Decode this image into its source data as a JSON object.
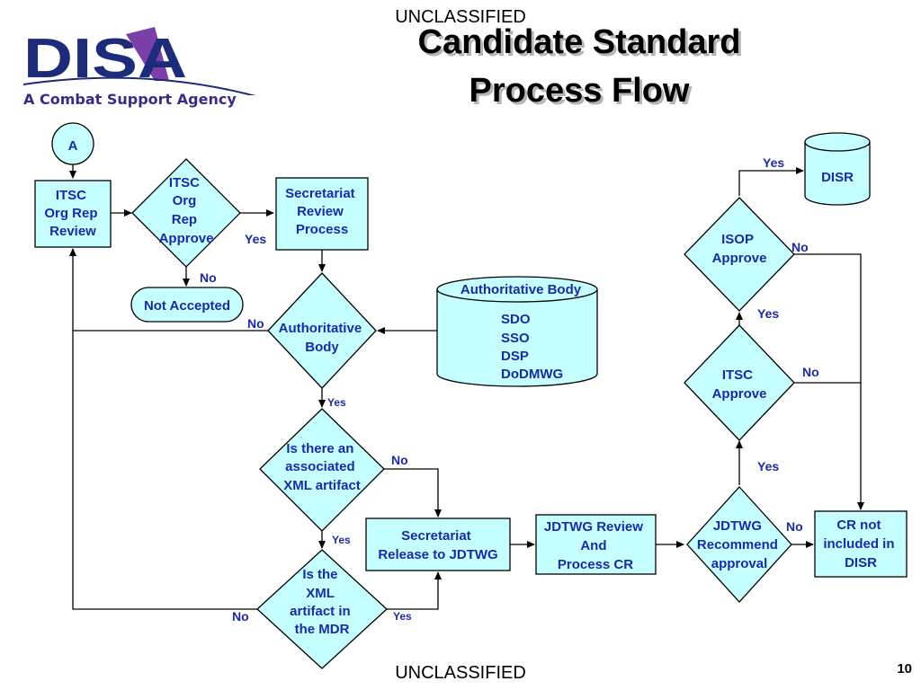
{
  "classification_top": "UNCLASSIFIED",
  "classification_bottom": "UNCLASSIFIED",
  "title_line1": "Candidate Standard",
  "title_line2": "Process Flow",
  "logo_text": "DISA",
  "tagline": "A Combat Support Agency",
  "page_number": "10",
  "colors": {
    "node_fill": "#c6ffff",
    "node_text": "#1a2aa8",
    "logo_blue": "#1c2b7a",
    "logo_purple": "#7a3fa8",
    "tagline": "#3c2a86"
  },
  "nodes": {
    "connector_a": "A",
    "itsc_org_rep_review": [
      "ITSC",
      "Org Rep",
      "Review"
    ],
    "itsc_org_rep_approve": [
      "ITSC",
      "Org",
      "Rep",
      "Approve"
    ],
    "not_accepted": "Not Accepted",
    "secretariat_review": [
      "Secretariat",
      "Review",
      "Process"
    ],
    "authoritative_body_decision": [
      "Authoritative",
      "Body"
    ],
    "authoritative_body_store_title": "Authoritative Body",
    "authoritative_body_store_items": [
      "SDO",
      "SSO",
      "DSP",
      "DoDMWG"
    ],
    "xml_artifact_question": [
      "Is there an",
      "associated",
      "XML artifact"
    ],
    "xml_in_mdr_question": [
      "Is the",
      "XML",
      "artifact in",
      "the MDR"
    ],
    "secretariat_release": [
      "Secretariat",
      "Release to JDTWG"
    ],
    "jdtwg_review": [
      "JDTWG Review",
      "And",
      "Process CR"
    ],
    "jdtwg_recommend": [
      "JDTWG",
      "Recommend",
      "approval"
    ],
    "cr_not_included": [
      "CR not",
      "included in",
      "DISR"
    ],
    "itsc_approve": [
      "ITSC",
      "Approve"
    ],
    "isop_approve": [
      "ISOP",
      "Approve"
    ],
    "disr": "DISR"
  },
  "edge_labels": {
    "itsc_approve_yes": "Yes",
    "itsc_approve_no": "No",
    "auth_body_no": "No",
    "auth_body_yes": "Yes",
    "xml_assoc_no": "No",
    "xml_assoc_yes": "Yes",
    "mdr_no": "No",
    "mdr_yes": "Yes",
    "jdtwg_recommend_no": "No",
    "jdtwg_recommend_yes": "Yes",
    "itsc_final_yes": "Yes",
    "itsc_final_no": "No",
    "isop_yes": "Yes",
    "isop_no": "No"
  }
}
